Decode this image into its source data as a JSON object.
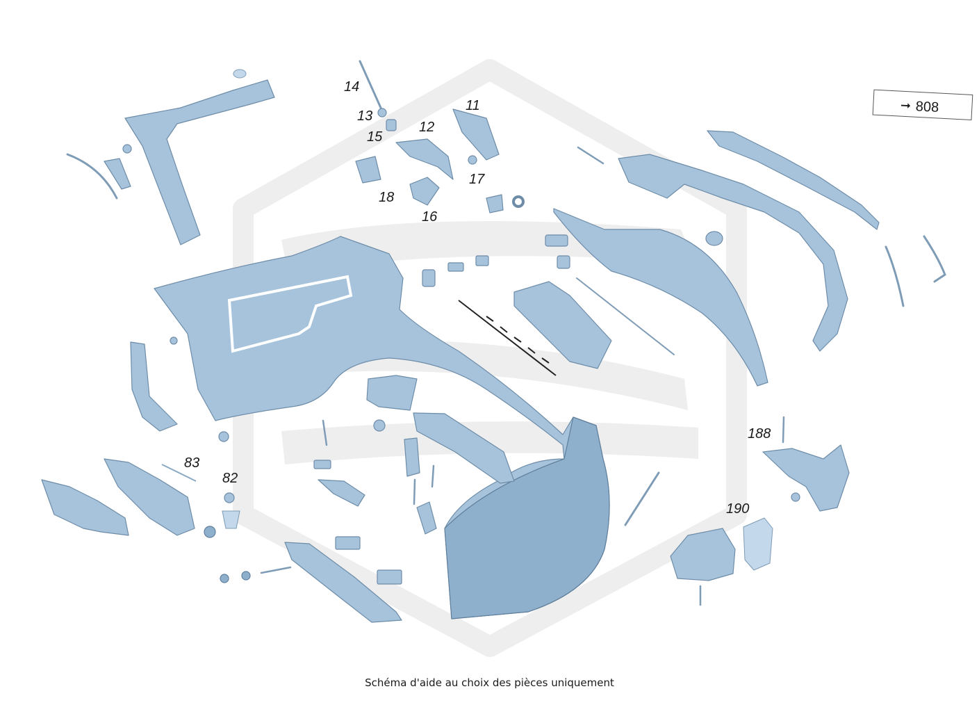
{
  "callouts": [
    {
      "id": "14",
      "label": "14"
    },
    {
      "id": "13",
      "label": "13"
    },
    {
      "id": "15",
      "label": "15"
    },
    {
      "id": "11",
      "label": "11"
    },
    {
      "id": "12",
      "label": "12"
    },
    {
      "id": "17",
      "label": "17"
    },
    {
      "id": "18",
      "label": "18"
    },
    {
      "id": "16",
      "label": "16"
    },
    {
      "id": "83",
      "label": "83"
    },
    {
      "id": "82",
      "label": "82"
    },
    {
      "id": "188",
      "label": "188"
    },
    {
      "id": "190",
      "label": "190"
    }
  ],
  "reference_box": {
    "arrow": "➞",
    "number": "808"
  },
  "caption": "Schéma d'aide au choix des pièces uniquement"
}
